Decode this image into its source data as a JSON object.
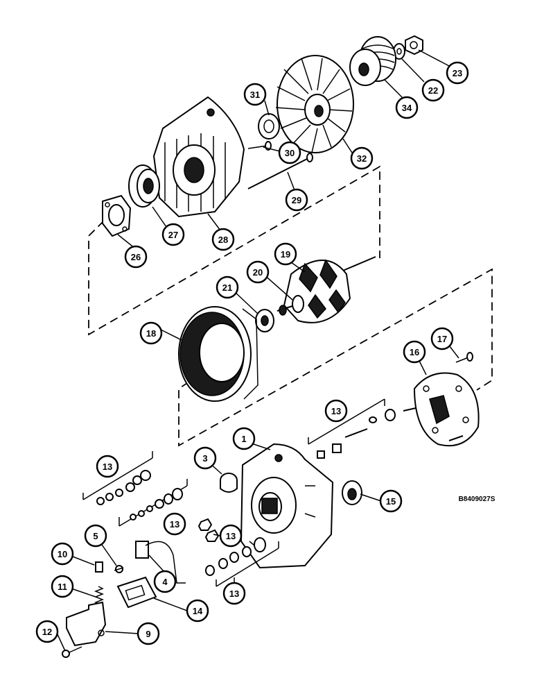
{
  "diagram": {
    "reference_code": "B8409027S",
    "callouts": [
      {
        "label": "23"
      },
      {
        "label": "22"
      },
      {
        "label": "34"
      },
      {
        "label": "31"
      },
      {
        "label": "32"
      },
      {
        "label": "30"
      },
      {
        "label": "29"
      },
      {
        "label": "27"
      },
      {
        "label": "28"
      },
      {
        "label": "26"
      },
      {
        "label": "19"
      },
      {
        "label": "20"
      },
      {
        "label": "21"
      },
      {
        "label": "18"
      },
      {
        "label": "17"
      },
      {
        "label": "16"
      },
      {
        "label": "13"
      },
      {
        "label": "1"
      },
      {
        "label": "3"
      },
      {
        "label": "13"
      },
      {
        "label": "15"
      },
      {
        "label": "13"
      },
      {
        "label": "13"
      },
      {
        "label": "5"
      },
      {
        "label": "10"
      },
      {
        "label": "4"
      },
      {
        "label": "13"
      },
      {
        "label": "11"
      },
      {
        "label": "14"
      },
      {
        "label": "9"
      },
      {
        "label": "12"
      }
    ]
  }
}
